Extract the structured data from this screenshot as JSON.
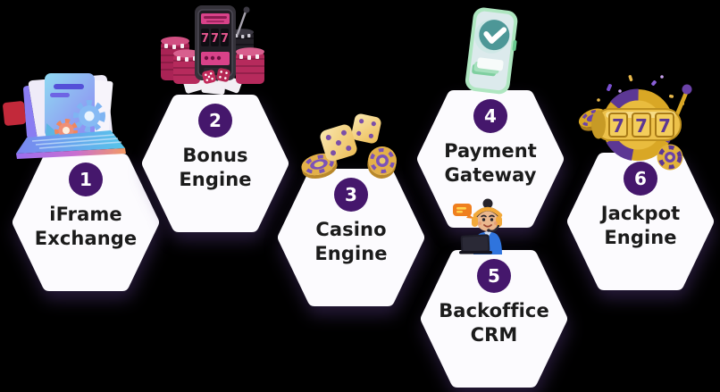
{
  "background": "#000000",
  "hexagon": {
    "fill": "#FCFBFE",
    "shadow": "rgba(96,66,148,0.38)"
  },
  "badge": {
    "background": "#45176C",
    "text_color": "#FFFFFF"
  },
  "label_style": {
    "color": "#1B1B1B"
  },
  "modules": [
    {
      "number": "1",
      "label": "iFrame Exchange",
      "line1": "iFrame",
      "line2": "Exchange",
      "icon": "laptop-document-gears-icon"
    },
    {
      "number": "2",
      "label": "Bonus Engine",
      "line1": "Bonus",
      "line2": "Engine",
      "icon": "slot-machine-casino-chips-icon"
    },
    {
      "number": "3",
      "label": "Casino Engine",
      "line1": "Casino",
      "line2": "Engine",
      "icon": "dice-casino-chips-icon"
    },
    {
      "number": "4",
      "label": "Payment Gateway",
      "line1": "Payment",
      "line2": "Gateway",
      "icon": "payment-phone-check-icon"
    },
    {
      "number": "5",
      "label": "Backoffice CRM",
      "line1": "Backoffice",
      "line2": "CRM",
      "icon": "support-agent-laptop-icon"
    },
    {
      "number": "6",
      "label": "Jackpot Engine",
      "line1": "Jackpot",
      "line2": "Engine",
      "icon": "jackpot-777-slot-icon"
    }
  ],
  "icon_text": {
    "slot_reel_symbol": "7",
    "jackpot_reel_digit": "7"
  }
}
